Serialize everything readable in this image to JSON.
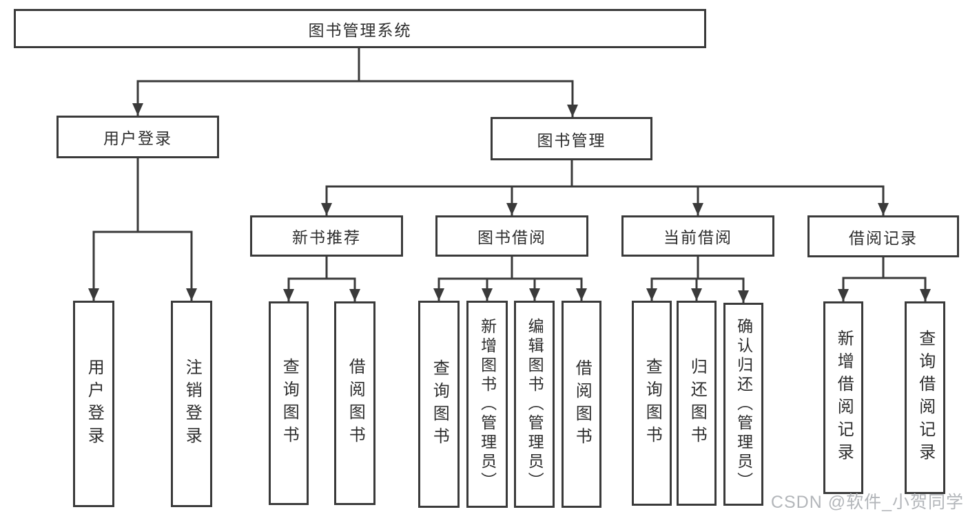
{
  "diagram_title": "图书管理系统",
  "nodes": {
    "root": "图书管理系统",
    "user_login": "用户登录",
    "book_mgmt": "图书管理",
    "new_books": "新书推荐",
    "book_borrow": "图书借阅",
    "current_borrow": "当前借阅",
    "borrow_records": "借阅记录"
  },
  "leaves": {
    "login": [
      "用户登录",
      "注销登录"
    ],
    "recommend": [
      "查询图书",
      "借阅图书"
    ],
    "borrow": [
      "查询图书",
      "新增图书（管理员）",
      "编辑图书（管理员）",
      "借阅图书"
    ],
    "current": [
      "查询图书",
      "归还图书",
      "确认归还（管理员）"
    ],
    "records": [
      "新增借阅记录",
      "查询借阅记录"
    ]
  },
  "watermark": "CSDN @软件_小贺同学",
  "colors": {
    "line": "#3a3a3a",
    "text": "#2d2d2d",
    "background": "#ffffff",
    "watermark": "#b3b6ba"
  }
}
